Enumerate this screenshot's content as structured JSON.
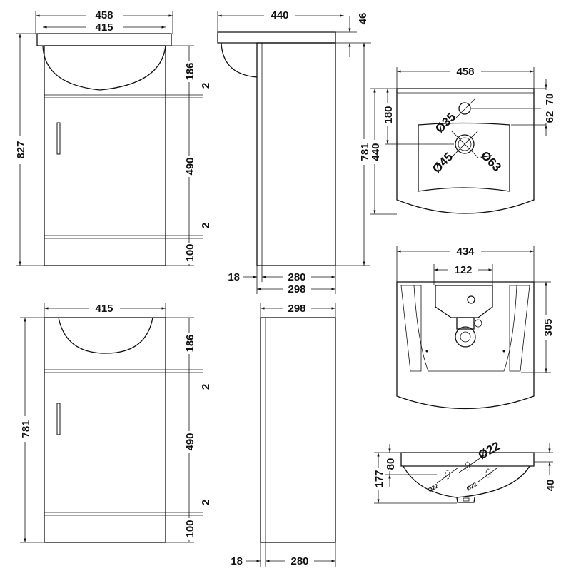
{
  "views": {
    "front_full": {
      "width_total": "458",
      "width_basin": "415",
      "height_total": "827",
      "basin_height": "186",
      "gap_top": "2",
      "door_height": "490",
      "gap_bottom": "2",
      "plinth_height": "100"
    },
    "side_full": {
      "depth_total": "440",
      "basin_lip": "46",
      "height_cabinet": "781",
      "door_thickness": "18",
      "carcass_depth": "280",
      "cabinet_depth": "298"
    },
    "basin_top": {
      "width": "458",
      "depth": "440",
      "waste_offset": "180",
      "tap_offset": "70",
      "bowl_offset": "62",
      "tap_hole": "Ø35",
      "waste_inner": "Ø45",
      "waste_outer": "Ø63"
    },
    "front_unit": {
      "width": "415",
      "height": "781",
      "basin_height": "186",
      "gap_top": "2",
      "door_height": "490",
      "gap_bottom": "2",
      "plinth_height": "100"
    },
    "side_unit": {
      "depth": "298",
      "door_thickness": "18",
      "carcass_depth": "280"
    },
    "basin_back": {
      "width": "434",
      "fixing_spacing": "122",
      "depth": "305"
    },
    "basin_side": {
      "height_total": "177",
      "rim_height": "80",
      "overflow_height": "40",
      "hole_large": "Ø22",
      "hole_small_1": "Ø22",
      "hole_small_2": "Ø22"
    }
  }
}
